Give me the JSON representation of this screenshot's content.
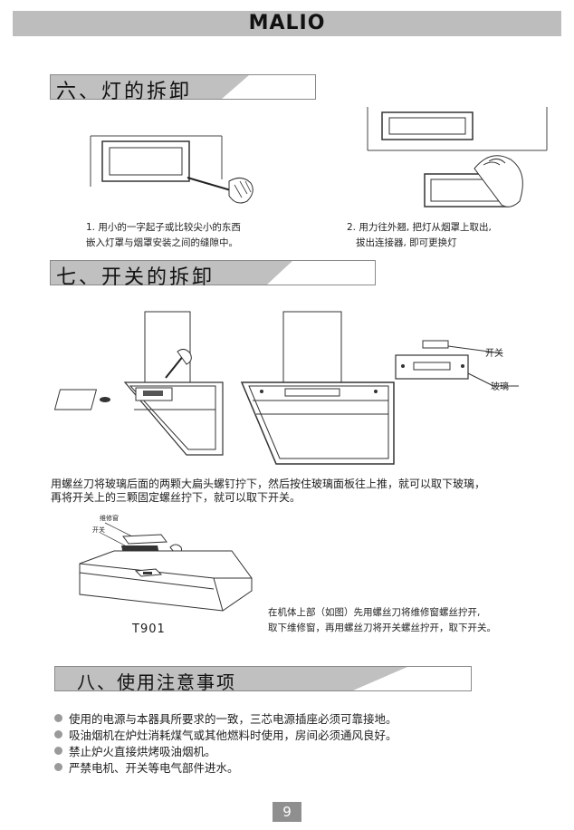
{
  "header": {
    "brand": "MALIO"
  },
  "section6": {
    "title": "六、灯的拆卸",
    "step1": [
      "1. 用小的一字起子或比较尖小的东西",
      "嵌入灯罩与烟罩安装之间的缝隙中。"
    ],
    "step2": [
      "2. 用力往外翘, 把灯从烟罩上取出,",
      "拔出连接器, 即可更换灯"
    ]
  },
  "section7": {
    "title": "七、开关的拆卸",
    "label_switch": "开关",
    "label_glass": "玻璃",
    "instruction": [
      "用螺丝刀将玻璃后面的两颗大扁头螺钉拧下，然后按住玻璃面板往上推，就可以取下玻璃，",
      "再将开关上的三颗固定螺丝拧下，就可以取下开关。"
    ],
    "label_window": "维修窗",
    "label_switch_small": "开关",
    "model": "T901",
    "note": [
      "在机体上部（如图）先用螺丝刀将维修窗螺丝拧开,",
      "取下维修窗，再用螺丝刀将开关螺丝拧开，取下开关。"
    ]
  },
  "section8": {
    "title": "八、使用注意事项",
    "items": [
      "使用的电源与本器具所要求的一致，三芯电源插座必须可靠接地。",
      "吸油烟机在炉灶消耗煤气或其他燃料时使用，房间必须通风良好。",
      "禁止炉火直接烘烤吸油烟机。",
      "严禁电机、开关等电气部件进水。"
    ]
  },
  "footer": {
    "page": "9"
  }
}
